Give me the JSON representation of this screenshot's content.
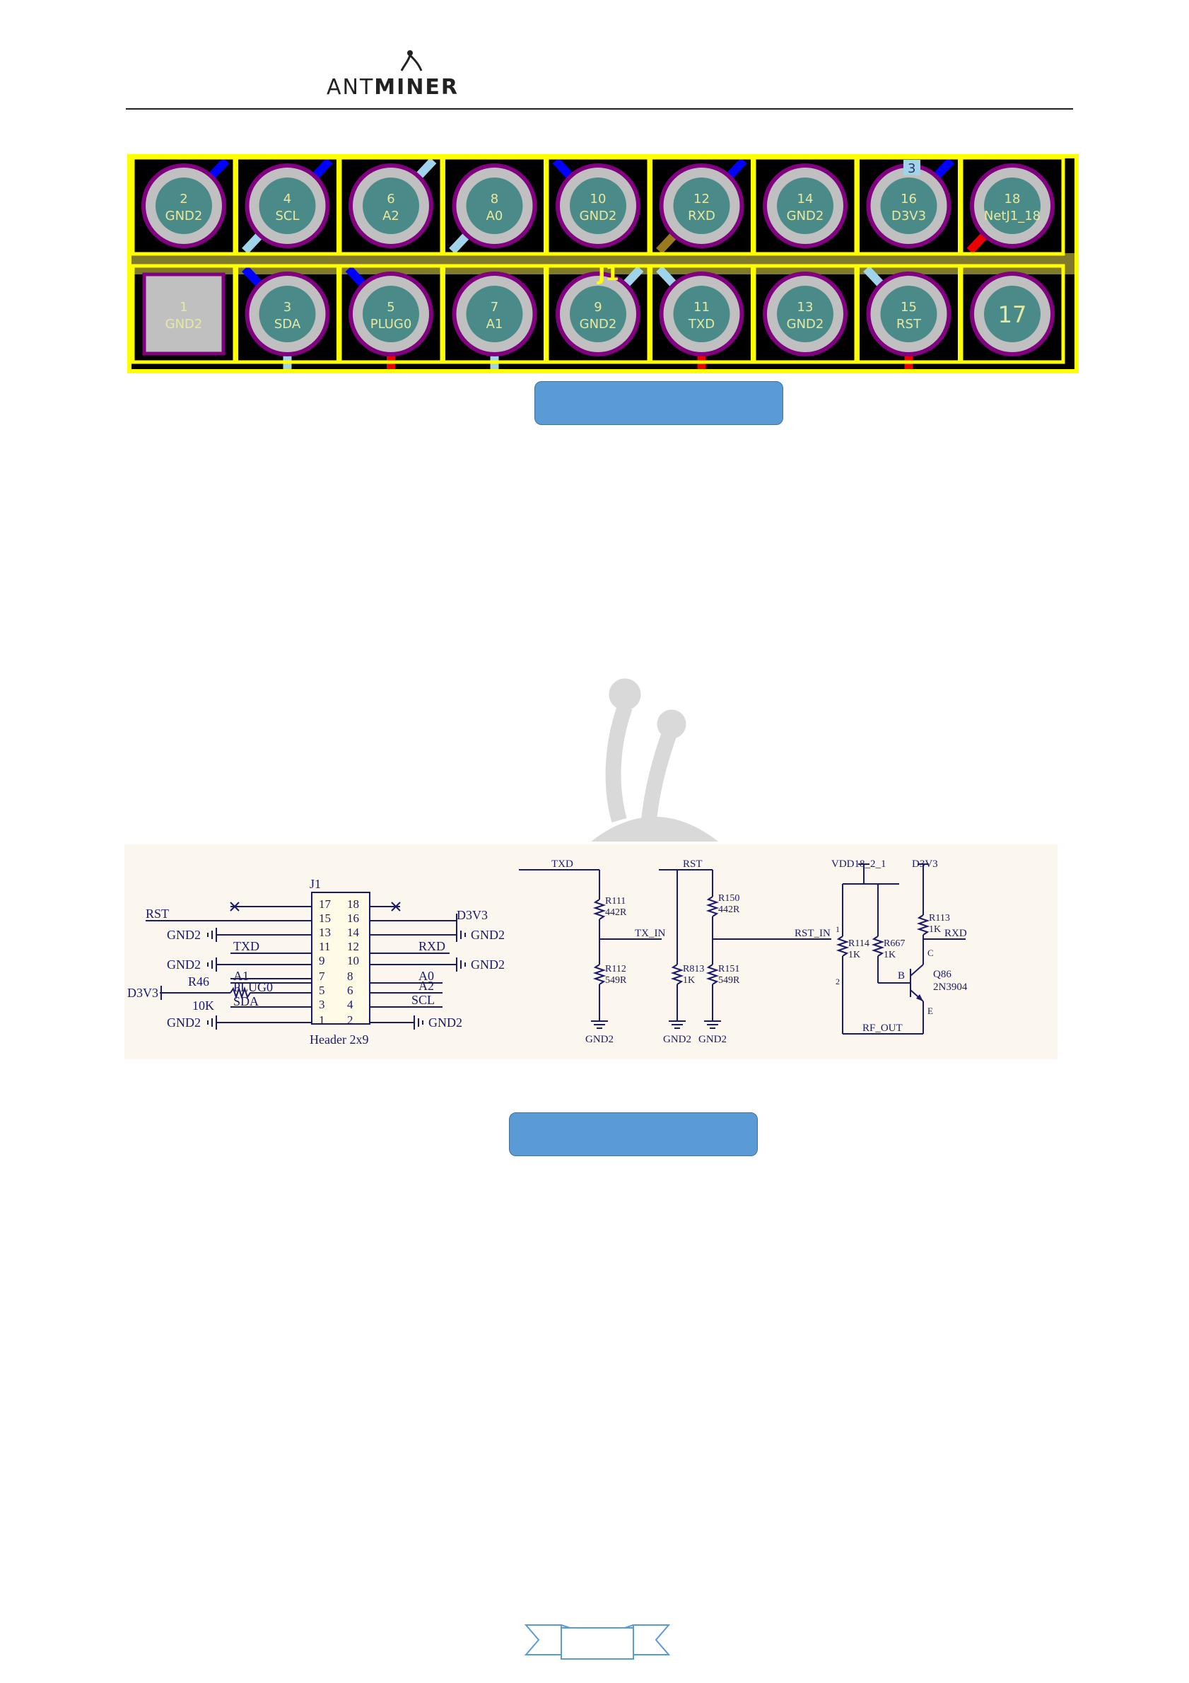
{
  "header": {
    "logo_text_light": "ANT",
    "logo_text_bold": "MINER"
  },
  "pcb": {
    "designator": "J1",
    "corner_label": "3",
    "top_row": [
      {
        "num": "2",
        "net": "GND2"
      },
      {
        "num": "4",
        "net": "SCL"
      },
      {
        "num": "6",
        "net": "A2"
      },
      {
        "num": "8",
        "net": "A0"
      },
      {
        "num": "10",
        "net": "GND2"
      },
      {
        "num": "12",
        "net": "RXD"
      },
      {
        "num": "14",
        "net": "GND2"
      },
      {
        "num": "16",
        "net": "D3V3"
      },
      {
        "num": "18",
        "net": "NetJ1_18"
      }
    ],
    "bottom_row": [
      {
        "num": "1",
        "net": "GND2"
      },
      {
        "num": "3",
        "net": "SDA"
      },
      {
        "num": "5",
        "net": "PLUG0"
      },
      {
        "num": "7",
        "net": "A1"
      },
      {
        "num": "9",
        "net": "GND2"
      },
      {
        "num": "11",
        "net": "TXD"
      },
      {
        "num": "13",
        "net": "GND2"
      },
      {
        "num": "15",
        "net": "RST"
      },
      {
        "num": "17",
        "net": ""
      }
    ],
    "colors": {
      "board": "#000000",
      "outline": "#ffff00",
      "band": "#807a2a",
      "pad": "#c0c0c0",
      "ring": "#800080",
      "drill": "#4a8b8a",
      "label": "#e8e8a0",
      "trace_blue": "#0000ff",
      "trace_cyan": "#9fd4ea",
      "trace_red": "#ee0000",
      "trace_brown": "#9a7a20"
    }
  },
  "captions": {
    "caption_1": "",
    "caption_2": ""
  },
  "schematic": {
    "header": {
      "ref": "J1",
      "type": "Header 2x9",
      "pin_pairs": [
        [
          "17",
          "18"
        ],
        [
          "15",
          "16"
        ],
        [
          "13",
          "14"
        ],
        [
          "11",
          "12"
        ],
        [
          "9",
          "10"
        ],
        [
          "7",
          "8"
        ],
        [
          "5",
          "6"
        ],
        [
          "3",
          "4"
        ],
        [
          "1",
          "2"
        ]
      ]
    },
    "left_nets": {
      "rst": "RST",
      "gnd_a": "GND2",
      "txd": "TXD",
      "gnd_b": "GND2",
      "a1": "A1",
      "r46": "R46",
      "plug0": "PLUG0",
      "d3v3": "D3V3",
      "r46_val": "10K",
      "sda": "SDA",
      "gnd_c": "GND2"
    },
    "right_nets": {
      "d3v3": "D3V3",
      "gnd_a": "GND2",
      "rxd": "RXD",
      "gnd_b": "GND2",
      "a0": "A0",
      "a2": "A2",
      "scl": "SCL",
      "gnd_c": "GND2"
    },
    "divider_1": {
      "input": "TXD",
      "r_top": "R111",
      "r_top_val": "442R",
      "out": "TX_IN",
      "r_bot": "R112",
      "r_bot_val": "549R",
      "gnd": "GND2"
    },
    "divider_2": {
      "input": "RST",
      "r_a": "R813",
      "r_a_val": "1K",
      "r_top": "R150",
      "r_top_val": "442R",
      "out": "RST_IN",
      "r_bot": "R151",
      "r_bot_val": "549R",
      "gnd_a": "GND2",
      "gnd_b": "GND2"
    },
    "transistor": {
      "vdd": "VDD18_2_1",
      "d3v3": "D3V3",
      "r113": "R113",
      "r113_val": "1K",
      "rxd": "RXD",
      "pin1": "1",
      "r114": "R114",
      "r114_val": "1K",
      "r667": "R667",
      "r667_val": "1K",
      "c": "C",
      "b": "B",
      "q": "Q86",
      "q_part": "2N3904",
      "pin2": "2",
      "e": "E",
      "rf": "RF_OUT"
    }
  }
}
